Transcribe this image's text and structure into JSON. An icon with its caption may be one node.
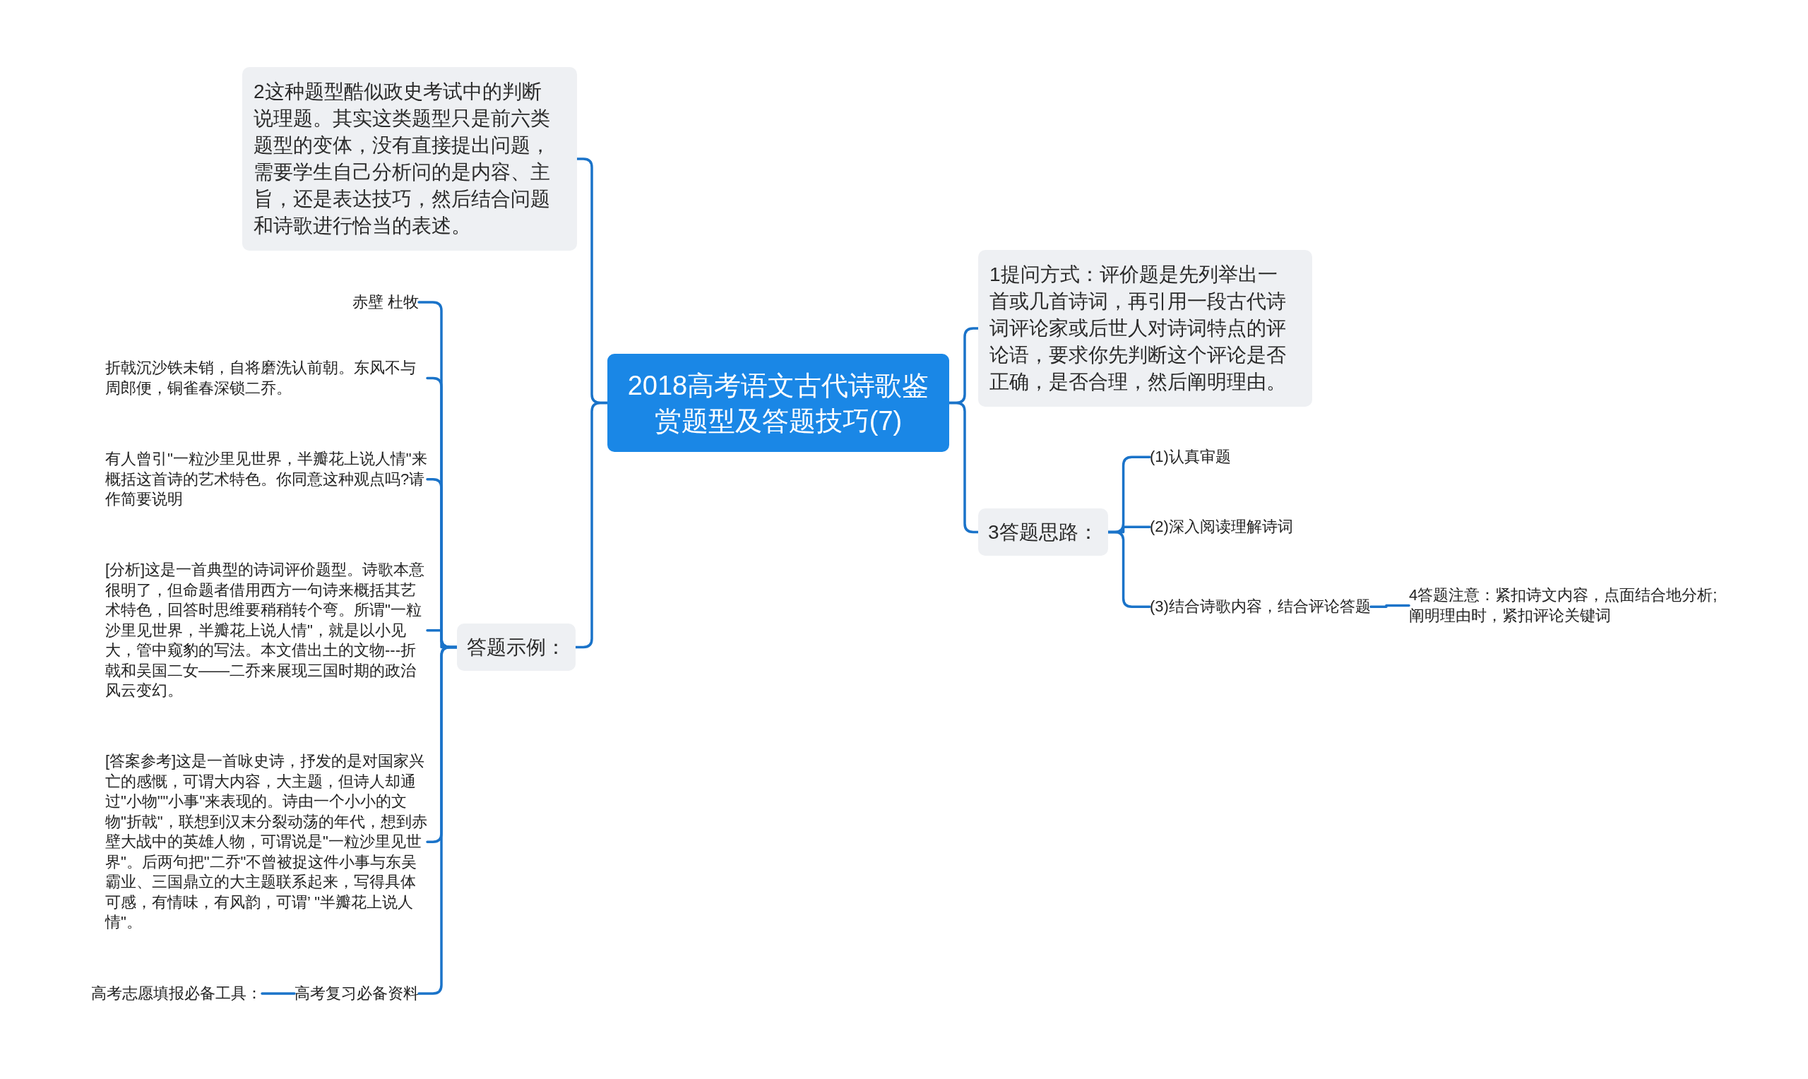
{
  "diagram": {
    "nodes": [
      {
        "text": [
          "2018高考语文古代诗歌鉴赏题型及答题技巧(7)"
        ]
      },
      {
        "text": [
          "2这种题型酷似政史考试中的判断说理题。其实这类题型只是前六类题型的变体，没有直接提出问题，需要学生自己分析问的是内容、主旨，还是表达技巧，然后结合问题和诗歌进行恰当的表述。"
        ]
      },
      {
        "text": [
          "答题示例："
        ]
      },
      {
        "text": [
          "赤壁 杜牧"
        ]
      },
      {
        "text": [
          "折戟沉沙铁未销，自将磨洗认前朝。东风不与周郎便，铜雀春深锁二乔。"
        ]
      },
      {
        "text": [
          "有人曾引\"一粒沙里见世界，半瓣花上说人情\"来概括这首诗的艺术特色。你同意这种观点吗?请作简要说明"
        ]
      },
      {
        "text": [
          "[分析]这是一首典型的诗词评价题型。诗歌本意很明了，但命题者借用西方一句诗来概括其艺术特色，回答时思维要稍稍转个弯。所谓\"一粒沙里见世界，半瓣花上说人情\"，就是以小见大，管中窥豹的写法。本文借出土的文物---折戟和吴国二女——二乔来展现三国时期的政治风云变幻。"
        ]
      },
      {
        "text": [
          "[答案参考]这是一首咏史诗，抒发的是对国家兴亡的感慨，可谓大内容，大主题，但诗人却通过\"小物\"\"小事\"来表现的。诗由一个小小的文物\"折戟\"，联想到汉末分裂动荡的年代，想到赤壁大战中的英雄人物，可谓说是\"一粒沙里见世界\"。后两句把\"二乔\"不曾被捉这件小事与东吴霸业、三国鼎立的大主题联系起来，写得具体可感，有情味，有风韵，可谓’ \"半瓣花上说人情\"。"
        ]
      },
      {
        "text": [
          "高考复习必备资料"
        ]
      },
      {
        "text": [
          "高考志愿填报必备工具："
        ]
      },
      {
        "text": [
          "1提问方式：评价题是先列举出一首或几首诗词，再引用一段古代诗词评论家或后世人对诗词特点的评论语，要求你先判断这个评论是否正确，是否合理，然后阐明理由。"
        ]
      },
      {
        "text": [
          "3答题思路："
        ]
      },
      {
        "text": [
          "(1)认真审题"
        ]
      },
      {
        "text": [
          "(2)深入阅读理解诗词"
        ]
      },
      {
        "text": [
          "(3)结合诗歌内容，结合评论答题"
        ]
      },
      {
        "text": [
          "4答题注意：紧扣诗文内容，点面结合地分析;阐明理由时，紧扣评论关键词"
        ]
      }
    ],
    "edges": [
      {
        "from": 0,
        "to": 1,
        "arrow": "none"
      },
      {
        "from": 0,
        "to": 2,
        "arrow": "none"
      },
      {
        "from": 2,
        "to": 3,
        "arrow": "none"
      },
      {
        "from": 2,
        "to": 4,
        "arrow": "none"
      },
      {
        "from": 2,
        "to": 5,
        "arrow": "none"
      },
      {
        "from": 2,
        "to": 6,
        "arrow": "none"
      },
      {
        "from": 2,
        "to": 7,
        "arrow": "none"
      },
      {
        "from": 2,
        "to": 8,
        "arrow": "none"
      },
      {
        "from": 8,
        "to": 9,
        "arrow": "none"
      },
      {
        "from": 0,
        "to": 10,
        "arrow": "none"
      },
      {
        "from": 0,
        "to": 11,
        "arrow": "none"
      },
      {
        "from": 11,
        "to": 12,
        "arrow": "none"
      },
      {
        "from": 11,
        "to": 13,
        "arrow": "none"
      },
      {
        "from": 11,
        "to": 14,
        "arrow": "none"
      },
      {
        "from": 14,
        "to": 15,
        "arrow": "none"
      }
    ]
  }
}
